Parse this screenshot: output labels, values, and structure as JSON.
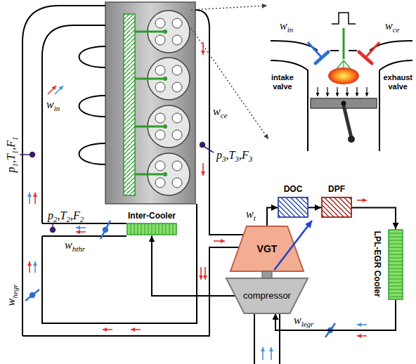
{
  "diagram": {
    "nodes": [
      {
        "text": [
          "DOC"
        ]
      },
      {
        "text": [
          "DPF"
        ]
      },
      {
        "text": [
          "VGT"
        ]
      },
      {
        "text": [
          "compressor"
        ]
      },
      {
        "text": [
          "Inter-Cooler"
        ]
      },
      {
        "text": [
          "LPL-EGR Cooler"
        ]
      }
    ],
    "edges": [
      {
        "from": 2,
        "to": 0,
        "arrow": "to"
      },
      {
        "from": 0,
        "to": 1,
        "arrow": "to"
      },
      {
        "from": 1,
        "to": 5,
        "arrow": "to"
      },
      {
        "from": 5,
        "to": 3,
        "arrow": "to"
      },
      {
        "from": 3,
        "to": 4,
        "arrow": "to"
      }
    ],
    "labels": [
      "win",
      "wce",
      "p1,T1,F1",
      "p3,T3,F3",
      "p2,T2,F2",
      "whthr",
      "whegr",
      "wlegr",
      "wt",
      "win",
      "wce",
      "intake valve",
      "exhaust valve"
    ]
  }
}
